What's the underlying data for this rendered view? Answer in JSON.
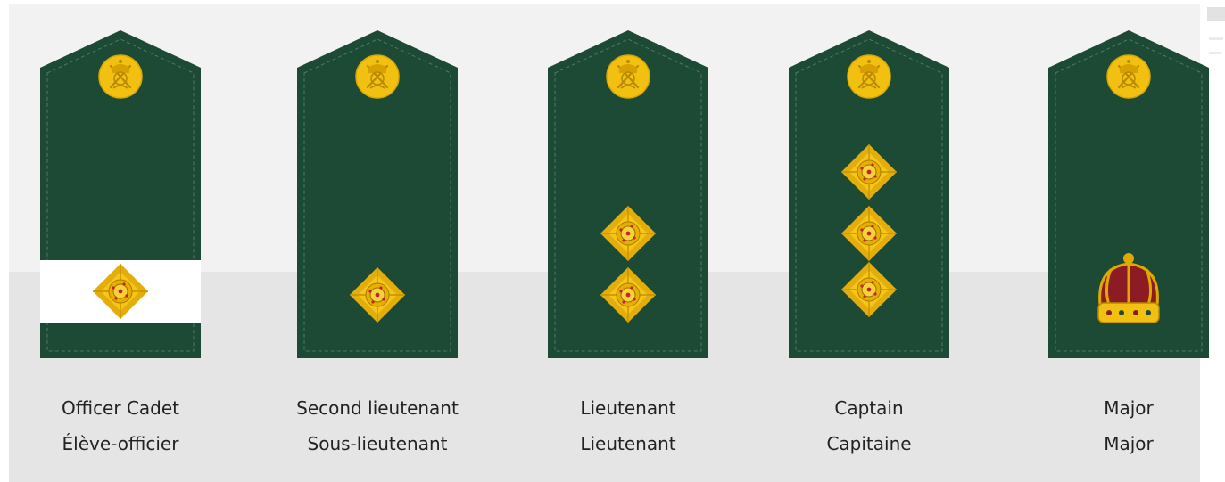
{
  "colors": {
    "board_green": "#1d4a35",
    "stitch": "#4f7a62",
    "gold": "#f2c011",
    "gold_dark": "#b98a00",
    "cadet_band": "#ffffff",
    "crown_red": "#8c1c24",
    "text": "#222222"
  },
  "ranks": [
    {
      "name_en": "Officer Cadet",
      "name_fr": "Élève-officier",
      "insignia": "white-band-with-pip",
      "pips": 1
    },
    {
      "name_en": "Second lieutenant",
      "name_fr": "Sous-lieutenant",
      "insignia": "pip",
      "pips": 1
    },
    {
      "name_en": "Lieutenant",
      "name_fr": "Lieutenant",
      "insignia": "pip",
      "pips": 2
    },
    {
      "name_en": "Captain",
      "name_fr": "Capitaine",
      "insignia": "pip",
      "pips": 3
    },
    {
      "name_en": "Major",
      "name_fr": "Major",
      "insignia": "crown",
      "pips": 0
    }
  ]
}
